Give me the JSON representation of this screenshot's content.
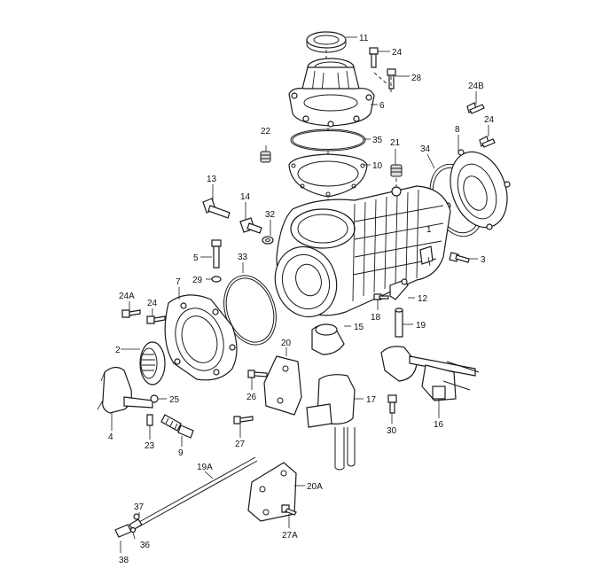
{
  "callouts": [
    {
      "id": "c11",
      "label": "11"
    },
    {
      "id": "c24a",
      "label": "24"
    },
    {
      "id": "c28",
      "label": "28"
    },
    {
      "id": "c6",
      "label": "6"
    },
    {
      "id": "c24B",
      "label": "24B"
    },
    {
      "id": "c24b",
      "label": "24"
    },
    {
      "id": "c8",
      "label": "8"
    },
    {
      "id": "c22",
      "label": "22"
    },
    {
      "id": "c35",
      "label": "35"
    },
    {
      "id": "c21",
      "label": "21"
    },
    {
      "id": "c34",
      "label": "34"
    },
    {
      "id": "c10",
      "label": "10"
    },
    {
      "id": "c13",
      "label": "13"
    },
    {
      "id": "c14",
      "label": "14"
    },
    {
      "id": "c32",
      "label": "32"
    },
    {
      "id": "c1",
      "label": "1"
    },
    {
      "id": "c3",
      "label": "3"
    },
    {
      "id": "c5",
      "label": "5"
    },
    {
      "id": "c33",
      "label": "33"
    },
    {
      "id": "c29",
      "label": "29"
    },
    {
      "id": "c7",
      "label": "7"
    },
    {
      "id": "c24A",
      "label": "24A"
    },
    {
      "id": "c24c",
      "label": "24"
    },
    {
      "id": "c12",
      "label": "12"
    },
    {
      "id": "c18",
      "label": "18"
    },
    {
      "id": "c19",
      "label": "19"
    },
    {
      "id": "c15",
      "label": "15"
    },
    {
      "id": "c2",
      "label": "2"
    },
    {
      "id": "c20",
      "label": "20"
    },
    {
      "id": "c25",
      "label": "25"
    },
    {
      "id": "c26",
      "label": "26"
    },
    {
      "id": "c17",
      "label": "17"
    },
    {
      "id": "c4",
      "label": "4"
    },
    {
      "id": "c23",
      "label": "23"
    },
    {
      "id": "c9",
      "label": "9"
    },
    {
      "id": "c27",
      "label": "27"
    },
    {
      "id": "c30",
      "label": "30"
    },
    {
      "id": "c16",
      "label": "16"
    },
    {
      "id": "c19A",
      "label": "19A"
    },
    {
      "id": "c20A",
      "label": "20A"
    },
    {
      "id": "c37",
      "label": "37"
    },
    {
      "id": "c36",
      "label": "36"
    },
    {
      "id": "c27A",
      "label": "27A"
    },
    {
      "id": "c38",
      "label": "38"
    }
  ]
}
